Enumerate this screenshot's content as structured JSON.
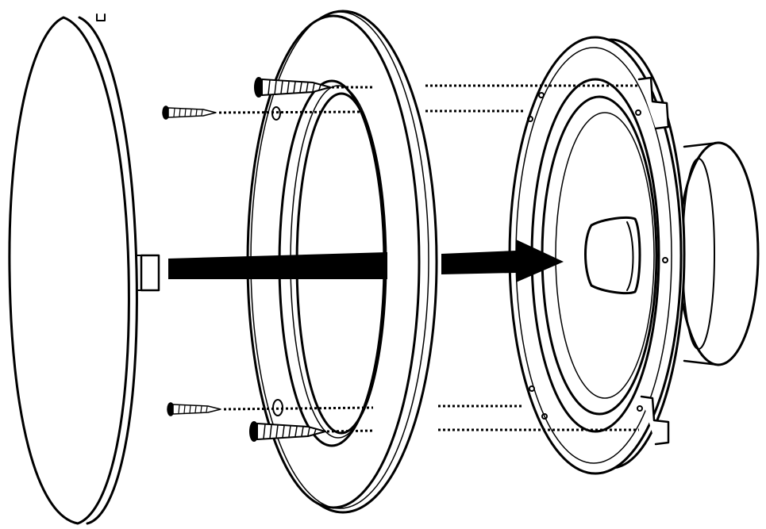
{
  "diagram": {
    "kind": "exploded-assembly",
    "colors": {
      "stroke": "#000000",
      "fill": "#ffffff",
      "arrow": "#000000"
    },
    "parts": [
      {
        "name": "grille-cover"
      },
      {
        "name": "mounting-ring"
      },
      {
        "name": "speaker-driver"
      },
      {
        "name": "screw",
        "count": 4
      }
    ]
  }
}
